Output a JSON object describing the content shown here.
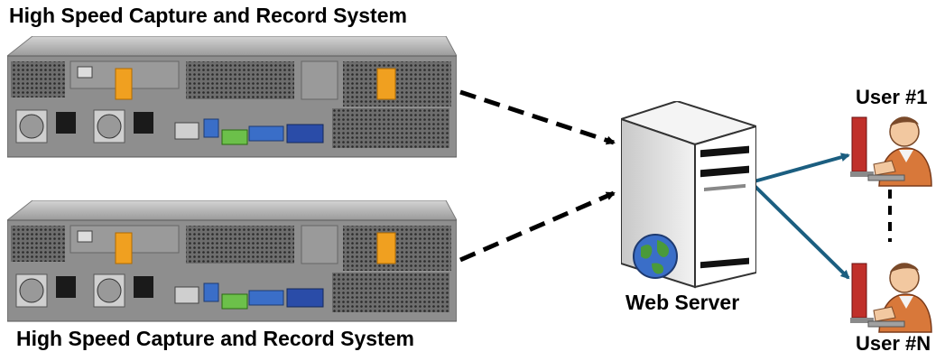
{
  "title_top": "High Speed Capture and Record System",
  "title_bottom": "High Speed Capture and Record System",
  "web_server_label": "Web Server",
  "user_first_label": "User #1",
  "user_last_label": "User #N",
  "colors": {
    "arrow_dashed": "#000000",
    "arrow_user": "#1b5e80",
    "server_chassis": "#8c8c8c",
    "latch": "#f0a020",
    "globe_land": "#4a9a3a",
    "globe_water": "#3a6ec8"
  },
  "icons": [
    "rack-server-icon",
    "web-server-tower-icon",
    "globe-icon",
    "user-at-computer-icon"
  ]
}
